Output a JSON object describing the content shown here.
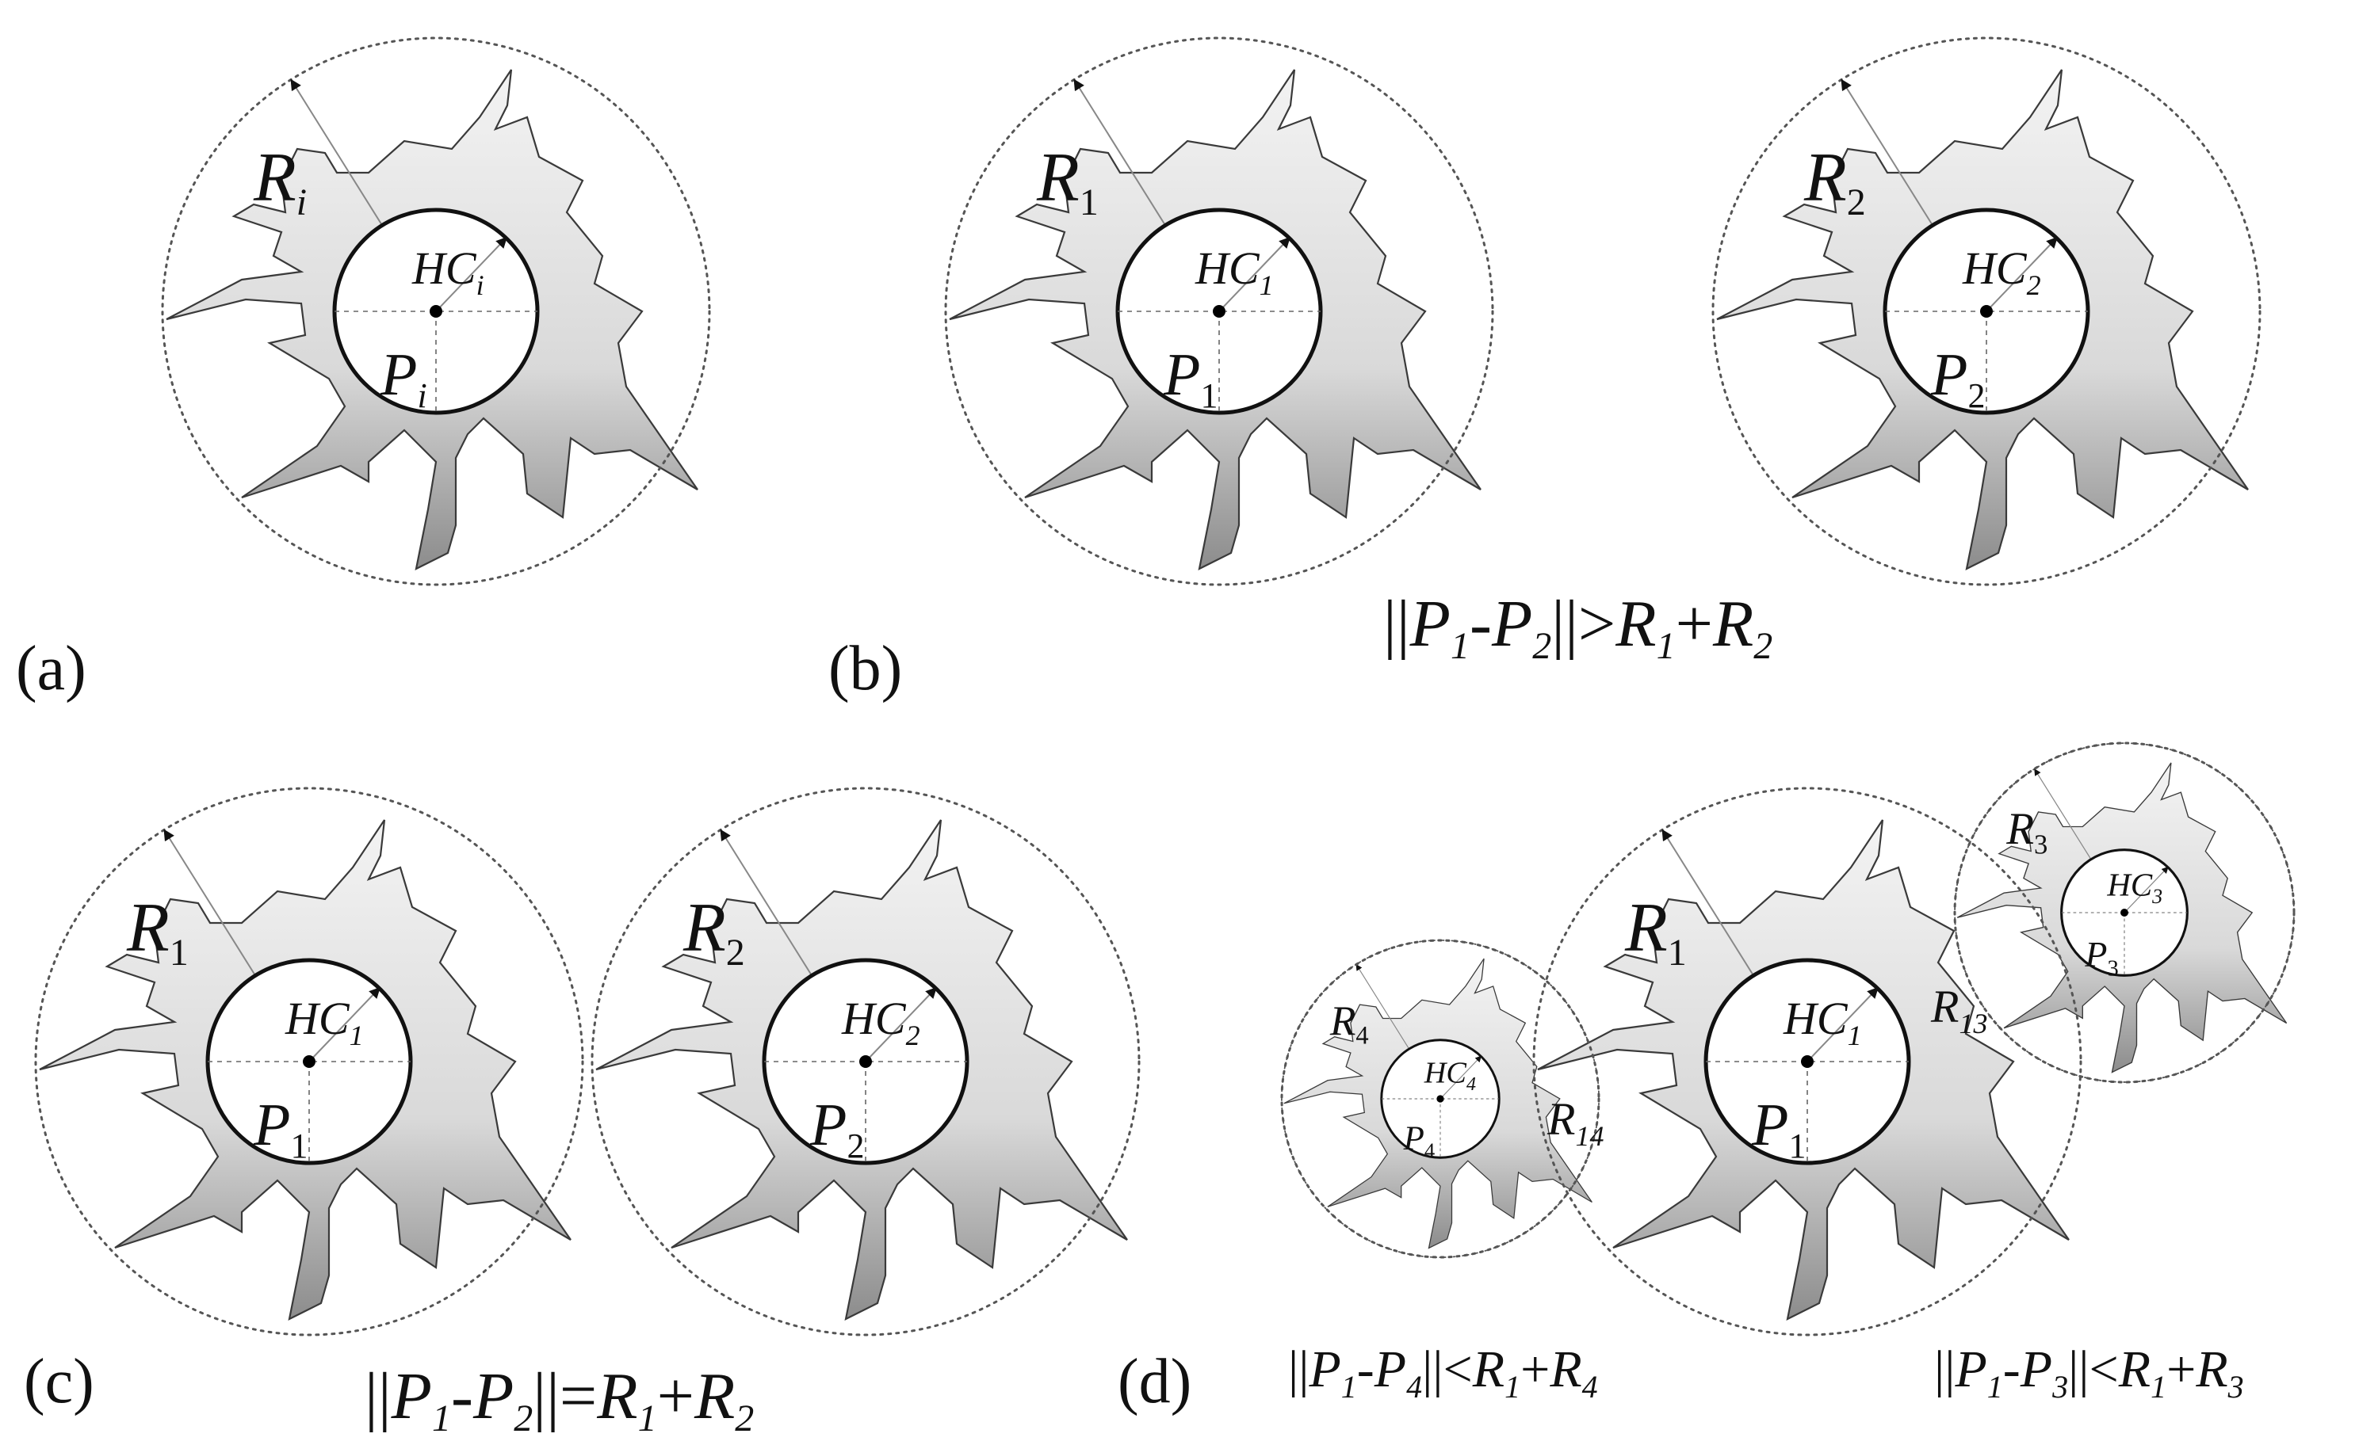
{
  "panels": [
    {
      "id": "a",
      "letter": "(a)"
    },
    {
      "id": "b",
      "letter": "(b)",
      "formula": {
        "p1": "P",
        "s1": "1",
        "p2": "P",
        "s2": "2",
        "op": ">",
        "r1": "R",
        "rs1": "1",
        "r2": "R",
        "rs2": "2"
      }
    },
    {
      "id": "c",
      "letter": "(c)",
      "formula": {
        "p1": "P",
        "s1": "1",
        "p2": "P",
        "s2": "2",
        "op": "=",
        "r1": "R",
        "rs1": "1",
        "r2": "R",
        "rs2": "2"
      }
    },
    {
      "id": "d",
      "letter": "(d)",
      "formula_left": {
        "p1": "P",
        "s1": "1",
        "p2": "P",
        "s2": "4",
        "op": "<",
        "r1": "R",
        "rs1": "1",
        "r2": "R",
        "rs2": "4"
      },
      "formula_right": {
        "p1": "P",
        "s1": "1",
        "p2": "P",
        "s2": "3",
        "op": "<",
        "r1": "R",
        "rs1": "1",
        "r2": "R",
        "rs2": "3"
      }
    }
  ],
  "particles": [
    {
      "panel": "a",
      "R": "R",
      "R_sub": "i",
      "HC": "HC",
      "HC_sub": "i",
      "P": "P",
      "P_sub": "i"
    },
    {
      "panel": "b",
      "R": "R",
      "R_sub": "1",
      "HC": "HC",
      "HC_sub": "1",
      "P": "P",
      "P_sub": "1"
    },
    {
      "panel": "b",
      "R": "R",
      "R_sub": "2",
      "HC": "HC",
      "HC_sub": "2",
      "P": "P",
      "P_sub": "2"
    },
    {
      "panel": "c",
      "R": "R",
      "R_sub": "1",
      "HC": "HC",
      "HC_sub": "1",
      "P": "P",
      "P_sub": "1"
    },
    {
      "panel": "c",
      "R": "R",
      "R_sub": "2",
      "HC": "HC",
      "HC_sub": "2",
      "P": "P",
      "P_sub": "2"
    },
    {
      "panel": "d",
      "R": "R",
      "R_sub": "1",
      "HC": "HC",
      "HC_sub": "1",
      "P": "P",
      "P_sub": "1"
    },
    {
      "panel": "d",
      "R": "R",
      "R_sub": "3",
      "HC": "HC",
      "HC_sub": "3",
      "P": "P",
      "P_sub": "3"
    },
    {
      "panel": "d",
      "R": "R",
      "R_sub": "4",
      "HC": "HC",
      "HC_sub": "4",
      "P": "P",
      "P_sub": "4"
    }
  ],
  "overlap_labels": [
    {
      "R": "R",
      "sub": "13"
    },
    {
      "R": "R",
      "sub": "14"
    }
  ],
  "colors": {
    "shape_light": "#f2f2f2",
    "shape_dark": "#8c8c8c",
    "outline": "#3a3a3a",
    "boundary": "#555555"
  }
}
